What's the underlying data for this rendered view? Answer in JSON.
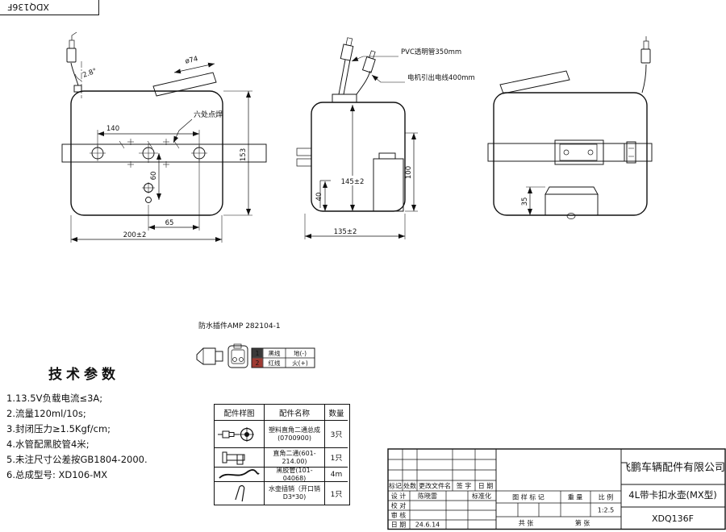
{
  "drawing": {
    "corner_label": "XDQ136F",
    "front": {
      "dia": "ø74",
      "angle": "2.8°",
      "weld_note": "六处点焊",
      "hole_span": "140",
      "height": "153",
      "v60": "60",
      "w65": "65",
      "width_total": "200±2"
    },
    "side": {
      "pvc_label": "PVC透明管350mm",
      "motor_label": "电机引出电线400mm",
      "height": "145±2",
      "h100": "100",
      "v40": "40",
      "width": "135±2"
    },
    "rear": {
      "v35": "35"
    }
  },
  "connector": {
    "title": "防水插件AMP 282104-1",
    "rows": [
      {
        "no": "1",
        "wire": "黑线",
        "polarity": "地(-)"
      },
      {
        "no": "2",
        "wire": "红线",
        "polarity": "火(+)"
      }
    ],
    "chip_colors": [
      "#3a3a3a",
      "#9e3a32"
    ]
  },
  "tech_params": {
    "title": "技术参数",
    "items": [
      "1.13.5V负载电流≤3A;",
      "2.流量120ml/10s;",
      "3.封闭压力≥1.5Kgf/cm;",
      "4.水管配黑胶管4米;",
      "5.未注尺寸公差按GB1804-2000.",
      "6.总成型号: XD106-MX"
    ]
  },
  "parts_table": {
    "headers": [
      "配件样图",
      "配件名称",
      "数量"
    ],
    "rows": [
      {
        "name": "塑料直角二通总成(0700900)",
        "qty": "3只"
      },
      {
        "name": "直角二通(601-214.00)",
        "qty": "1只"
      },
      {
        "name": "黑胶管(101-04068)",
        "qty": "4m"
      },
      {
        "name": "水壶插销（开口销D3*30)",
        "qty": "1只"
      }
    ]
  },
  "title_block": {
    "company": "飞鹏车辆配件有限公司",
    "product": "4L带卡扣水壶(MX型)",
    "drawing_no": "XDQ136F",
    "cols": {
      "mark": "标记",
      "count": "处数",
      "change_doc": "更改文件名",
      "sign": "签 字",
      "date": "日 期"
    },
    "rows": {
      "design": "设 计",
      "design_name": "陈晓雷",
      "standardization": "标准化",
      "check": "校 对",
      "audit": "审 核",
      "date": "日 期",
      "date_value": "24.6.14"
    },
    "stage": {
      "label": "图 样 标 记",
      "weight": "重 量",
      "scale": "比 例",
      "scale_value": "1:2.5",
      "total_sheets": "共  张",
      "sheet_no": "第  张"
    }
  }
}
